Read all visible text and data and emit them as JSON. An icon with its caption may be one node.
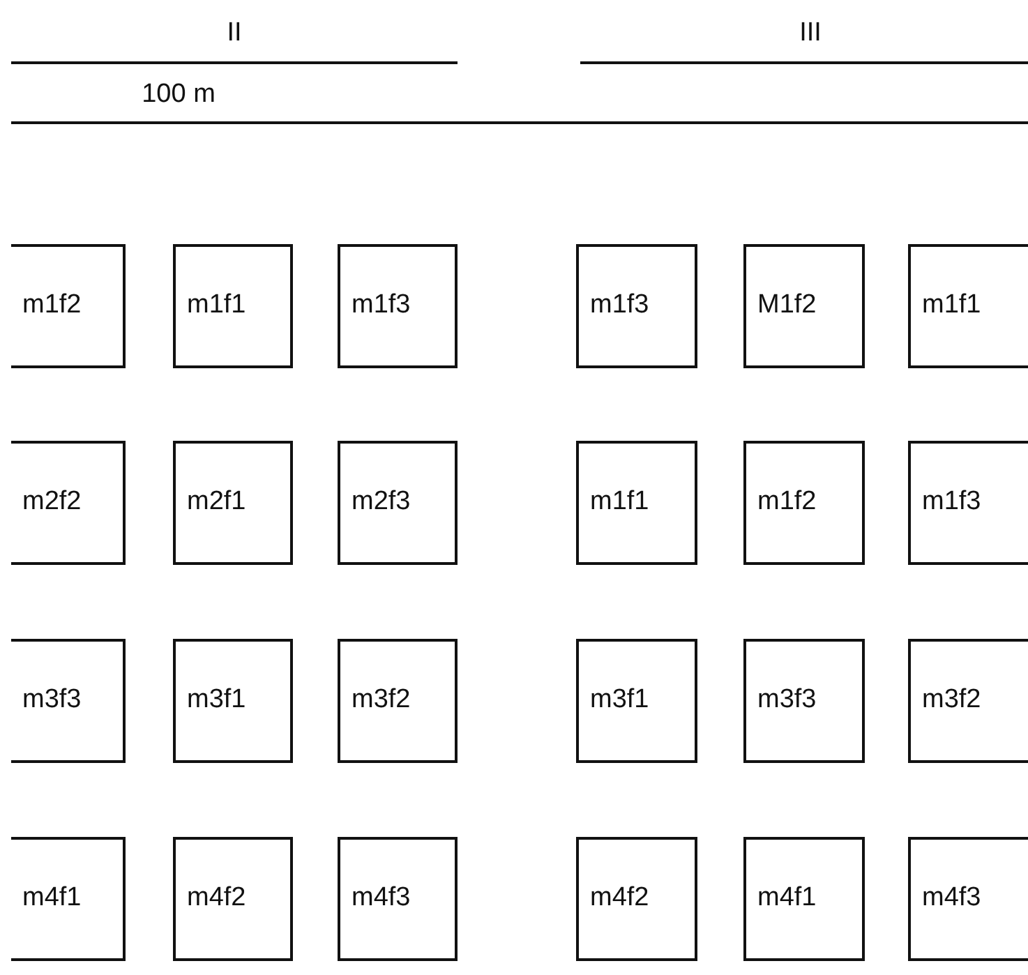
{
  "diagram": {
    "nodes": [
      {
        "text": [
          "m1f2"
        ]
      },
      {
        "text": [
          "m1f1"
        ]
      },
      {
        "text": [
          "m1f3"
        ]
      },
      {
        "text": [
          "m1f3"
        ]
      },
      {
        "text": [
          "M1f2"
        ]
      },
      {
        "text": [
          "m1f1"
        ]
      },
      {
        "text": [
          "m2f2"
        ]
      },
      {
        "text": [
          "m2f1"
        ]
      },
      {
        "text": [
          "m2f3"
        ]
      },
      {
        "text": [
          "m1f1"
        ]
      },
      {
        "text": [
          "m1f2"
        ]
      },
      {
        "text": [
          "m1f3"
        ]
      },
      {
        "text": [
          "m3f3"
        ]
      },
      {
        "text": [
          "m3f1"
        ]
      },
      {
        "text": [
          "m3f2"
        ]
      },
      {
        "text": [
          "m3f1"
        ]
      },
      {
        "text": [
          "m3f3"
        ]
      },
      {
        "text": [
          "m3f2"
        ]
      },
      {
        "text": [
          "m4f1"
        ]
      },
      {
        "text": [
          "m4f2"
        ]
      },
      {
        "text": [
          "m4f3"
        ]
      },
      {
        "text": [
          "m4f2"
        ]
      },
      {
        "text": [
          "m4f1"
        ]
      },
      {
        "text": [
          "m4f3"
        ]
      }
    ],
    "labels": [
      "II",
      "III",
      "100 m"
    ]
  }
}
